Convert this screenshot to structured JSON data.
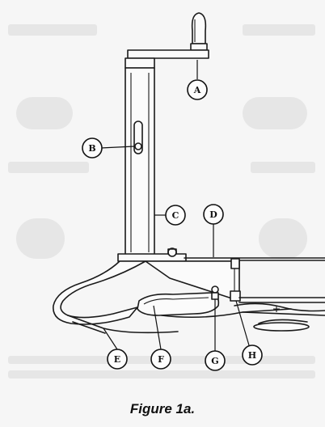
{
  "figure": {
    "caption": "Figure 1a.",
    "callouts": [
      {
        "id": "A",
        "label": "A"
      },
      {
        "id": "B",
        "label": "B"
      },
      {
        "id": "C",
        "label": "C"
      },
      {
        "id": "D",
        "label": "D"
      },
      {
        "id": "E",
        "label": "E"
      },
      {
        "id": "F",
        "label": "F"
      },
      {
        "id": "G",
        "label": "G"
      },
      {
        "id": "H",
        "label": "H"
      }
    ]
  }
}
